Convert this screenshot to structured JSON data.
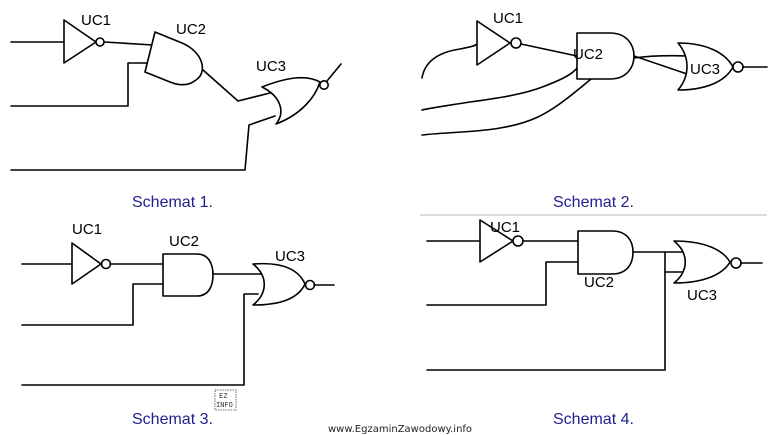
{
  "schematics": [
    {
      "id": "1",
      "caption": "Schemat 1.",
      "labels": {
        "uc1": "UC1",
        "uc2": "UC2",
        "uc3": "UC3"
      }
    },
    {
      "id": "2",
      "caption": "Schemat 2.",
      "labels": {
        "uc1": "UC1",
        "uc2": "UC2",
        "uc3": "UC3"
      }
    },
    {
      "id": "3",
      "caption": "Schemat 3.",
      "labels": {
        "uc1": "UC1",
        "uc2": "UC2",
        "uc3": "UC3"
      }
    },
    {
      "id": "4",
      "caption": "Schemat 4.",
      "labels": {
        "uc1": "UC1",
        "uc2": "UC2",
        "uc3": "UC3"
      }
    }
  ],
  "gate_types": {
    "uc1": "NOT",
    "uc2": "AND",
    "uc3": "NOR"
  },
  "watermark": "www.EgzaminZawodowy.info",
  "logo": {
    "line1": "EZ",
    "line2": "INFO"
  },
  "colors": {
    "caption": "#1f1f8f",
    "wire": "#000000",
    "separator": "#c8c8c8"
  }
}
